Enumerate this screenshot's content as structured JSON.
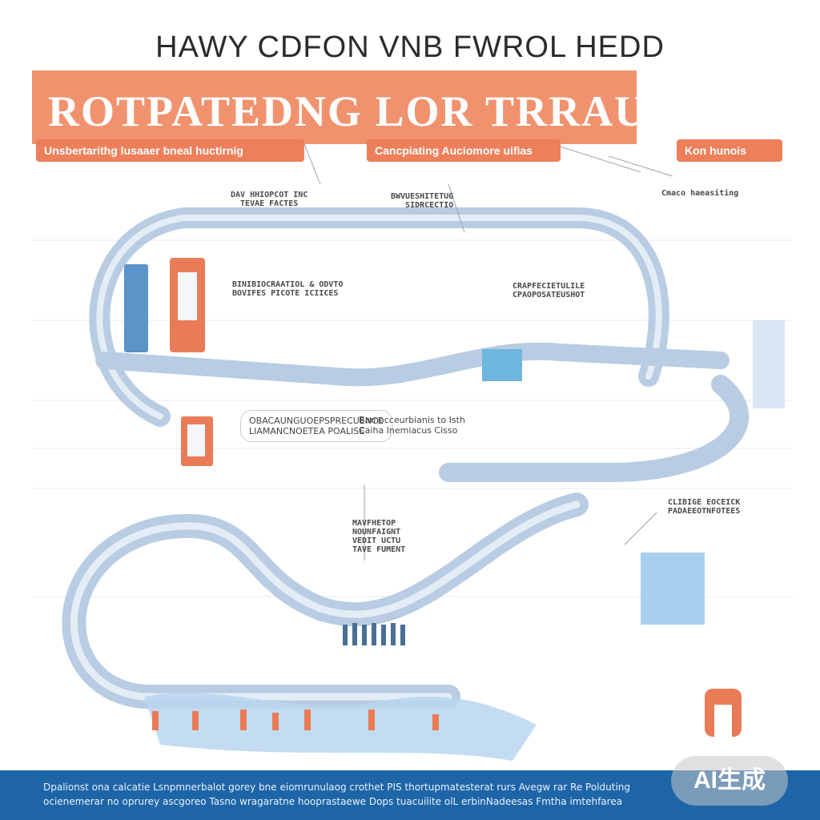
{
  "header": {
    "title": "HAWY CDFON VNB FWROL HEDD",
    "banner": "ROTPATEDNG LOR TRRAUI SL"
  },
  "pills": [
    "Unsbertarithg lusaaer bneal huctirnig",
    "Cancpiating Auciomore uifias",
    "Kon hunois"
  ],
  "labels": {
    "l1": "DAV HHIOPCOT INC\n  TEVAE FACTES",
    "l2": "BWVUESHITETUG\n   SIDRCECTIO",
    "l3": "Cmaco haeasiting",
    "l4": "BINIBIOCRAATIOL & ODVTO\nBOVIFES PICOTE ICIICES",
    "l5": "CRAPFECIETULILE\nCPAOPOSATEUSHOT",
    "l6": "MAVFHETOP\nNOUNFAIGNT\nVEDIT UCTU\nTAVE FUMENT",
    "l7": "CLIBIGE EOCEICK\nPADAEEOTNFOTEES"
  },
  "callouts": {
    "c1": "OBACAUNGUOEPSPRECUENCE\nLIAMANCNOETEA POALISE",
    "c2": "Bamocceurbianis to Isth\nCaiha Inemiacus Cisso"
  },
  "footer": {
    "line1": "Dpalionst ona calcatie Lsnpmnerbalot gorey bne eiomrunulaog crothet PIS thortupmatesterat rurs Avegw rar Re Polduting",
    "line2": "ocienemerar no oprurey ascgoreo   Tasno wragaratne hooprastaewe Dops tuacuilite olL   erbinNadeesas Fmtha imtehfarea"
  },
  "badge": "AI生成",
  "colors": {
    "accent": "#ed7f5a",
    "banner": "#f1926f",
    "road": "#b8cce3",
    "road_light": "#dbe6f2",
    "footer": "#1e65a8"
  }
}
